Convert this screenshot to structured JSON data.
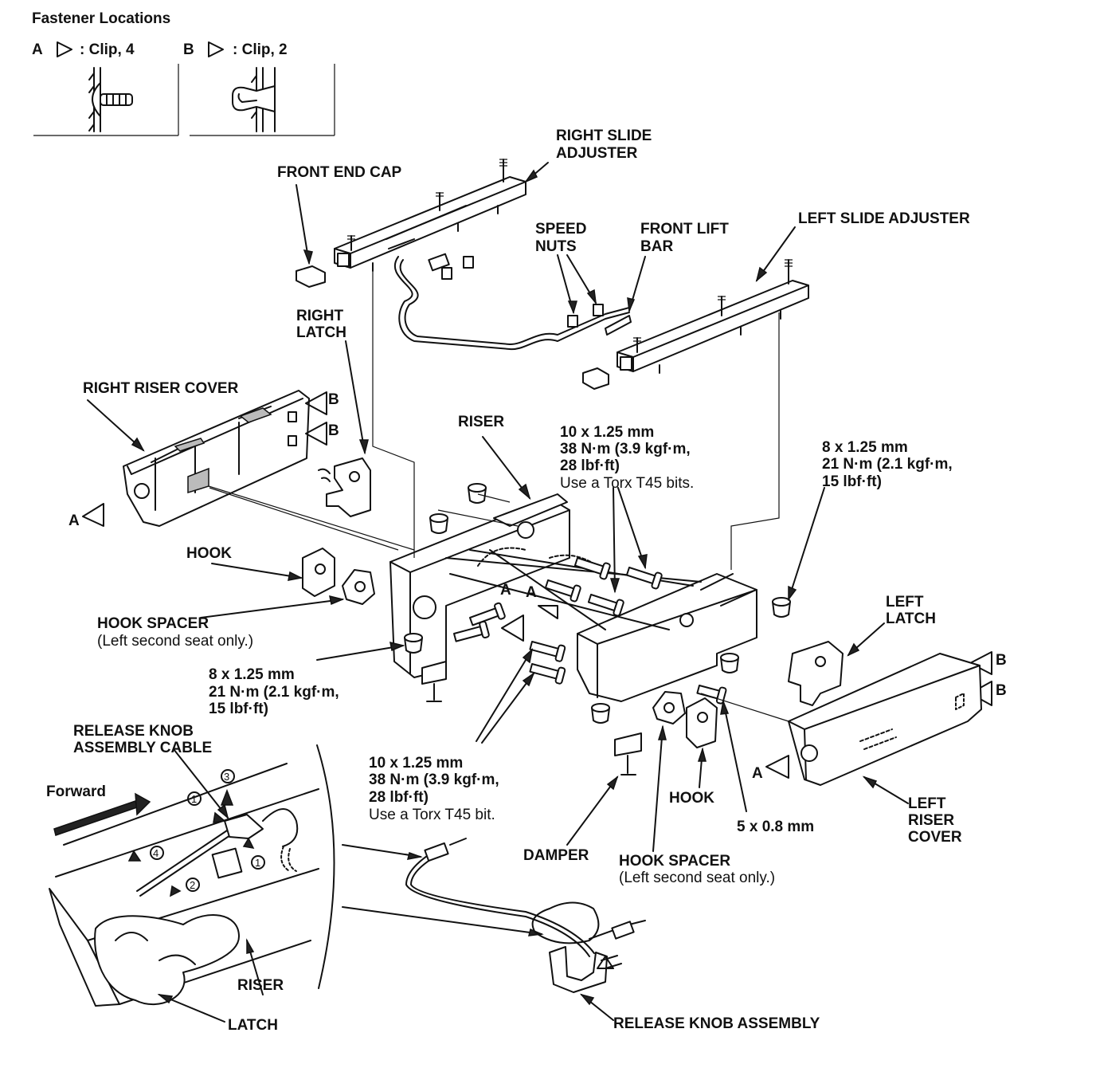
{
  "fastener": {
    "title": "Fastener Locations",
    "a_letter": "A",
    "a_desc": ": Clip, 4",
    "b_letter": "B",
    "b_desc": ": Clip, 2"
  },
  "labels": {
    "right_slide_1": "RIGHT SLIDE",
    "right_slide_2": "ADJUSTER",
    "front_end_cap": "FRONT END CAP",
    "speed_1": "SPEED",
    "speed_2": "NUTS",
    "front_lift_1": "FRONT LIFT",
    "front_lift_2": "BAR",
    "left_slide": "LEFT SLIDE ADJUSTER",
    "right_latch_1": "RIGHT",
    "right_latch_2": "LATCH",
    "right_riser_cover": "RIGHT RISER COVER",
    "riser_top": "RISER",
    "hook_top": "HOOK",
    "hook_spacer_top": "HOOK SPACER",
    "hook_spacer_top_note": "(Left second seat only.)",
    "left_latch_1": "LEFT",
    "left_latch_2": "LATCH",
    "release_cable_1": "RELEASE KNOB",
    "release_cable_2": "ASSEMBLY CABLE",
    "forward": "Forward",
    "riser_bottom": "RISER",
    "latch_bottom": "LATCH",
    "release_knob_assembly": "RELEASE KNOB ASSEMBLY",
    "damper": "DAMPER",
    "hook_spacer_bottom": "HOOK SPACER",
    "hook_spacer_bottom_note": "(Left second seat only.)",
    "hook_bottom": "HOOK",
    "bolt_5": "5 x 0.8 mm",
    "left_riser_1": "LEFT",
    "left_riser_2": "RISER",
    "left_riser_3": "COVER",
    "step1": "1",
    "step2": "2",
    "step3": "3",
    "step4": "4",
    "step1b": "1",
    "mark_a1": "A",
    "mark_a2": "A",
    "mark_a3": "A",
    "mark_a4": "A",
    "mark_b1": "B",
    "mark_b2": "B",
    "mark_b3": "B",
    "mark_b4": "B"
  },
  "torque": {
    "t1": {
      "l1": "10 x 1.25 mm",
      "l2": "38 N·m (3.9 kgf·m,",
      "l3": "28 lbf·ft)",
      "l4": "Use a Torx T45 bits."
    },
    "t2": {
      "l1": "8 x 1.25 mm",
      "l2": "21 N·m (2.1 kgf·m,",
      "l3": "15 lbf·ft)"
    },
    "t3": {
      "l1": "8 x 1.25 mm",
      "l2": "21 N·m (2.1 kgf·m,",
      "l3": "15 lbf·ft)"
    },
    "t4": {
      "l1": "10 x 1.25 mm",
      "l2": "38 N·m (3.9 kgf·m,",
      "l3": "28 lbf·ft)",
      "l4": "Use a Torx T45 bit."
    }
  }
}
